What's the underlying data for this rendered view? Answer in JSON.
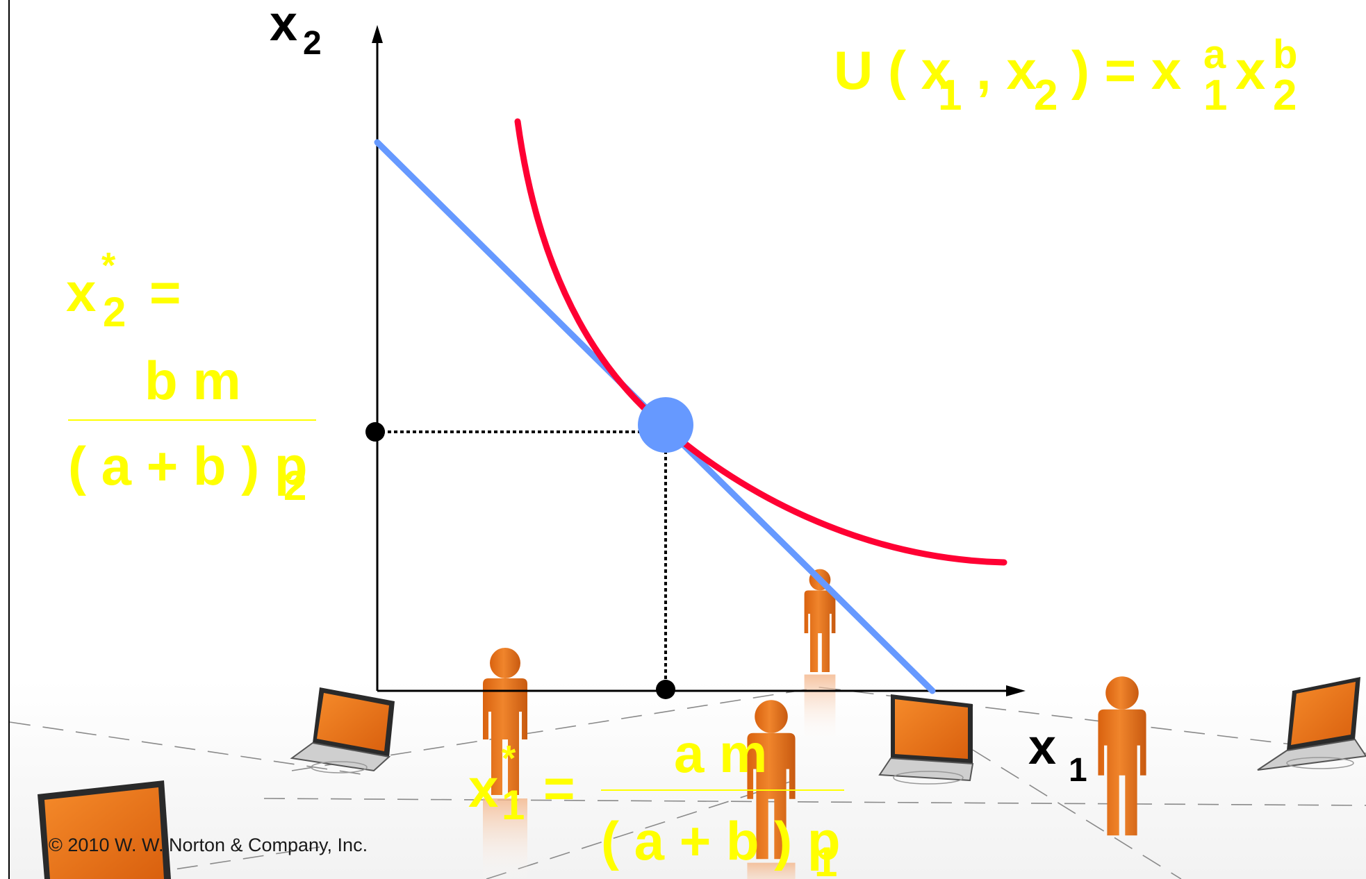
{
  "slide": {
    "copyright": "© 2010 W. W. Norton & Company, Inc."
  },
  "axes": {
    "x_label_main": "x",
    "x_label_sub": "1",
    "y_label_main": "x",
    "y_label_sub": "2"
  },
  "utility_formula": {
    "lhs": "U ( x",
    "s1": "1",
    "mid": ", x",
    "s2": "2",
    "rhs": ")  =  x",
    "a": "a",
    "sub1": "1",
    "x2": "x",
    "b": "b",
    "sub2": "2"
  },
  "x2_formula": {
    "var": "x",
    "star": "*",
    "sub": "2",
    "eq": "=",
    "numerator": "b m",
    "den_open": "( a  +  b ) p",
    "den_sub": "2"
  },
  "x1_formula": {
    "var": "x",
    "star": "*",
    "sub": "1",
    "eq": "=",
    "numerator": "a m",
    "den_open": "( a  +  b ) p",
    "den_sub": "1"
  },
  "colors": {
    "budget_line": "#6699ff",
    "indifference_curve": "#ff0033",
    "optimum_point": "#6699ff",
    "formula_text": "#ffff00",
    "figure_orange": "#e87722",
    "laptop_screen": "#f07a1a"
  },
  "icons": [
    "person-figure-icon",
    "laptop-icon"
  ]
}
